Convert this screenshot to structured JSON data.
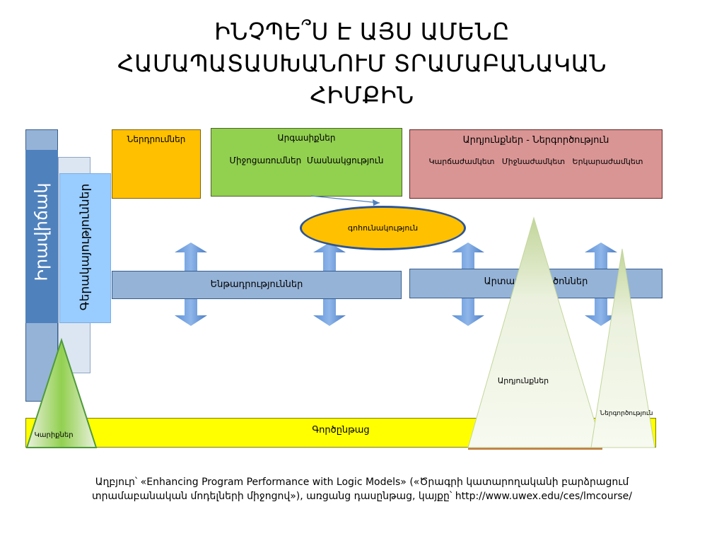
{
  "title": {
    "line1": "ԻՆՉՊԵ՞Ս Է ԱՅՍ ԱՄԵՆԸ",
    "line2": "ՀԱՄԱՊԱՏԱՍԽԱՆՈՒՄ ՏՐԱՄԱԲԱՆԱԿԱՆ",
    "line3": "ՀԻՄՔԻՆ"
  },
  "context": {
    "label": "Իրավիճակ"
  },
  "assumptions_column": {
    "label": "Գերակայություններ"
  },
  "inputs": {
    "label": "Ներդրումներ"
  },
  "outputs": {
    "label": "Արգասիքներ",
    "sub1": "Միջոցառումներ",
    "sub2": "Մասնակցություն"
  },
  "outcomes": {
    "label": "Արդյունքներ - Ներգործություն",
    "sub1": "Կարճաժամկետ",
    "sub2": "Միջնաժամկետ",
    "sub3": "Երկարաժամկետ"
  },
  "ellipse": {
    "label": "գոհունակություն"
  },
  "assumptions_bar": {
    "label": "Ենթադրություններ"
  },
  "external": {
    "label": "Արտաքին գործոններ"
  },
  "process": {
    "label": "Գործընթաց"
  },
  "triangles": {
    "stakeholders": "Կարիքներ",
    "outcomes": "Արդյունքներ",
    "impact": "Ներգործություն"
  },
  "source": {
    "line1": "Աղբյուր՝ «Enhancing Program Performance with Logic Models» («Ծրագրի կատարողականի բարձրացում",
    "line2": "տրամաբանական մոդելների միջոցով»), առցանց դասընթաց, կայքը՝ http://www.uwex.edu/ces/lmcourse/"
  },
  "colors": {
    "blue_dark": "#4f81bd",
    "blue_mid": "#95b3d7",
    "blue_light": "#99ccff",
    "orange": "#ffc000",
    "green": "#92d050",
    "rose": "#d99594",
    "yellow": "#ffff00",
    "arrow": "#4a86d0"
  }
}
